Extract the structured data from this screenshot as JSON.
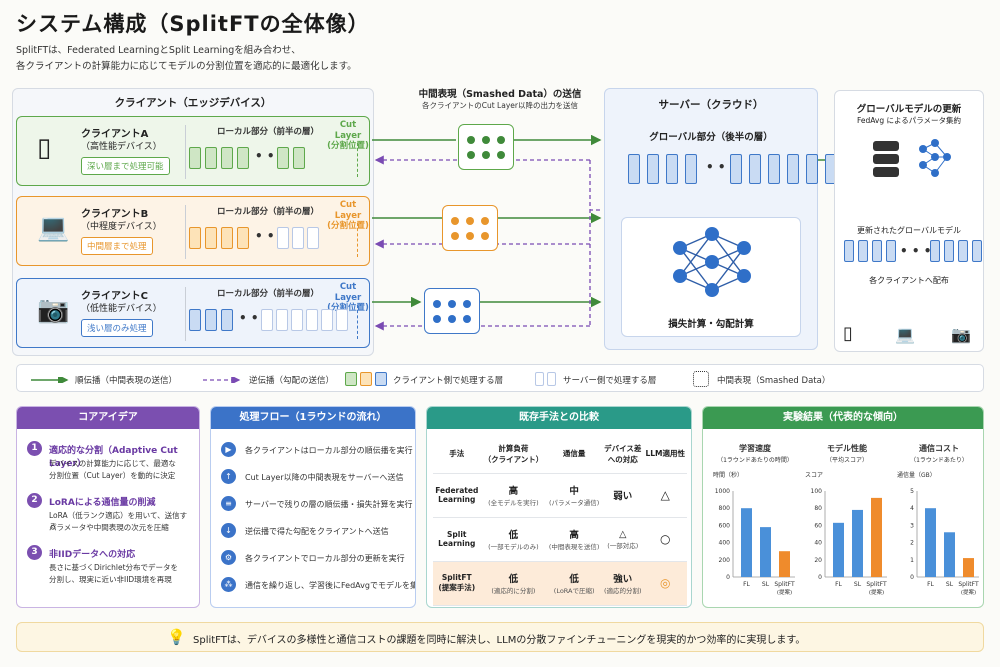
{
  "header": {
    "title": "システム構成（SplitFTの全体像）",
    "subtitle_line1": "SplitFTは、Federated LearningとSplit Learningを組み合わせ、",
    "subtitle_line2": "各クライアントの計算能力に応じてモデルの分割位置を適応的に最適化します。"
  },
  "client_panel": {
    "title": "クライアント（エッジデバイス）",
    "clients": [
      {
        "name": "クライアントA",
        "type": "（高性能デバイス）",
        "badge": "深い層まで処理可能",
        "local": "ローカル部分（前半の層）",
        "cut": "Cut Layer",
        "cut_sub": "(分割位置)",
        "icon": "smartphone-icon",
        "color": "#5ea84b",
        "bg": "#eef6ea",
        "blocks_client": 6,
        "blocks_server": 0
      },
      {
        "name": "クライアントB",
        "type": "（中程度デバイス）",
        "badge": "中間層まで処理",
        "local": "ローカル部分（前半の層）",
        "cut": "Cut Layer",
        "cut_sub": "(分割位置)",
        "icon": "laptop-icon",
        "color": "#e8962c",
        "bg": "#fdf3e6",
        "blocks_client": 4,
        "blocks_server": 3
      },
      {
        "name": "クライアントC",
        "type": "（低性能デバイス）",
        "badge": "浅い層のみ処理",
        "local": "ローカル部分（前半の層）",
        "cut": "Cut Layer",
        "cut_sub": "(分割位置)",
        "icon": "camera-icon",
        "color": "#3f78c8",
        "bg": "#eef3fb",
        "blocks_client": 3,
        "blocks_server": 6
      }
    ]
  },
  "smashed": {
    "title": "中間表現（Smashed Data）の送信",
    "desc": "各クライアントのCut Layer以降の出力を送信"
  },
  "server": {
    "title": "サーバー（クラウド）",
    "global_part": "グローバル部分（後半の層）",
    "loss": "損失計算・勾配計算"
  },
  "global_update": {
    "title": "グローバルモデルの更新",
    "desc": "FedAvg によるパラメータ集約",
    "updated": "更新されたグローバルモデル",
    "distribute": "各クライアントへ配布"
  },
  "legend": {
    "forward": "順伝播（中間表現の送信）",
    "backward": "逆伝播（勾配の送信）",
    "client_layer": "クライアント側で処理する層",
    "server_layer": "サーバー側で処理する層",
    "smashed": "中間表現（Smashed Data）"
  },
  "core_idea": {
    "title": "コアアイデア",
    "items": [
      {
        "num": "1",
        "title": "適応的な分割（Adaptive Cut Layer）",
        "desc1": "デバイスの計算能力に応じて、最適な",
        "desc2": "分割位置（Cut Layer）を動的に決定"
      },
      {
        "num": "2",
        "title": "LoRAによる通信量の削減",
        "desc1": "LoRA（低ランク適応）を用いて、送信する",
        "desc2": "パラメータや中間表現の次元を圧縮"
      },
      {
        "num": "3",
        "title": "非IIDデータへの対応",
        "desc1": "長さに基づくDirichlet分布でデータを",
        "desc2": "分割し、現実に近い非IID環境を再現"
      }
    ]
  },
  "flow": {
    "title": "処理フロー（1ラウンドの流れ）",
    "steps": [
      {
        "icon": "play-icon",
        "glyph": "▶",
        "text": "各クライアントはローカル部分の順伝播を実行"
      },
      {
        "icon": "upload-icon",
        "glyph": "↑",
        "text": "Cut Layer以降の中間表現をサーバーへ送信"
      },
      {
        "icon": "database-icon",
        "glyph": "≡",
        "text": "サーバーで残りの層の順伝播・損失計算を実行"
      },
      {
        "icon": "download-icon",
        "glyph": "↓",
        "text": "逆伝播で得た勾配をクライアントへ送信"
      },
      {
        "icon": "gear-icon",
        "glyph": "⚙",
        "text": "各クライアントでローカル部分の更新を実行"
      },
      {
        "icon": "network-icon",
        "glyph": "⁂",
        "text": "通信を繰り返し、学習後にFedAvgでモデルを集約"
      }
    ]
  },
  "comparison": {
    "title": "既存手法との比較",
    "headers": [
      "手法",
      "計算負荷\n（クライアント）",
      "通信量",
      "デバイス差\nへの対応",
      "LLM適用性"
    ],
    "rows": [
      {
        "method": "Federated\nLearning",
        "load": "高",
        "load_sub": "(全モデルを実行)",
        "comm": "中",
        "comm_sub": "(パラメータ通信)",
        "dev": "弱い",
        "dev_sub": "",
        "llm": "△"
      },
      {
        "method": "Split\nLearning",
        "load": "低",
        "load_sub": "(一部モデルのみ)",
        "comm": "高",
        "comm_sub": "(中間表現を送信)",
        "dev": "△",
        "dev_sub": "(一部対応)",
        "llm": "○"
      },
      {
        "method": "SplitFT\n(提案手法)",
        "load": "低",
        "load_sub": "(適応的に分割)",
        "comm": "低",
        "comm_sub": "(LoRAで圧縮)",
        "dev": "強い",
        "dev_sub": "(適応的分割)",
        "llm": "◎"
      }
    ]
  },
  "results": {
    "title": "実験結果（代表的な傾向）",
    "charts": [
      {
        "title": "学習速度",
        "sub": "（1ラウンドあたりの時間）",
        "unit": "時間（秒）",
        "ticks": [
          "1000",
          "800",
          "600",
          "400",
          "200",
          "0"
        ],
        "ymax": 1000,
        "categories": [
          "FL",
          "SL",
          "SplitFT",
          "(提案)"
        ],
        "values": [
          800,
          580,
          300
        ]
      },
      {
        "title": "モデル性能",
        "sub": "（平均スコア）",
        "unit": "スコア",
        "ticks": [
          "100",
          "80",
          "60",
          "40",
          "20",
          "0"
        ],
        "ymax": 100,
        "categories": [
          "FL",
          "SL",
          "SplitFT",
          "(提案)"
        ],
        "values": [
          63,
          78,
          92
        ]
      },
      {
        "title": "通信コスト",
        "sub": "（1ラウンドあたり）",
        "unit": "通信量（GB）",
        "ticks": [
          "5",
          "4",
          "3",
          "2",
          "1",
          "0"
        ],
        "ymax": 5,
        "categories": [
          "FL",
          "SL",
          "SplitFT",
          "(提案)"
        ],
        "values": [
          4.0,
          2.6,
          1.1
        ]
      }
    ],
    "colors": {
      "base": "#4a90d9",
      "proposed": "#ef8b2c"
    }
  },
  "footer": {
    "icon": "lightbulb-icon",
    "text": "SplitFTは、デバイスの多様性と通信コストの課題を同時に解決し、LLMの分散ファインチューニングを現実的かつ効率的に実現します。"
  }
}
